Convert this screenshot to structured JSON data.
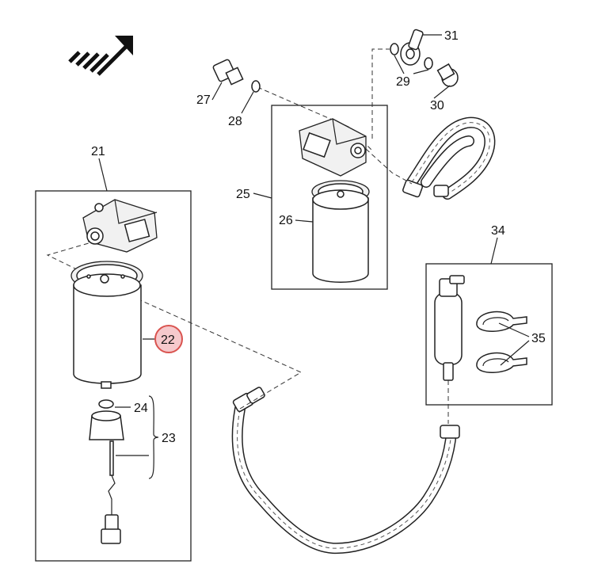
{
  "callouts": {
    "c21": "21",
    "c22": "22",
    "c23": "23",
    "c24": "24",
    "c25": "25",
    "c26": "26",
    "c27": "27",
    "c28": "28",
    "c29": "29",
    "c30": "30",
    "c31": "31",
    "c34": "34",
    "c35": "35"
  },
  "highlighted_callout": "22",
  "colors": {
    "highlight_fill": "#f6c9cc",
    "highlight_stroke": "#d9534f",
    "line": "#222222"
  },
  "icons": {
    "direction": "front-direction-arrow-icon"
  }
}
